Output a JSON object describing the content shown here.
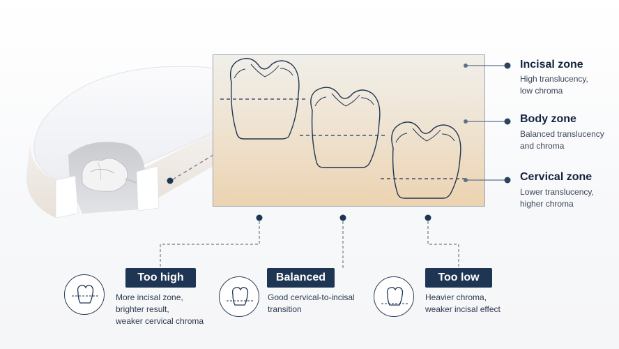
{
  "zones": [
    {
      "title": "Incisal zone",
      "desc_lines": [
        "High translucency,",
        "low chroma"
      ]
    },
    {
      "title": "Body zone",
      "desc_lines": [
        "Balanced translucency",
        "and chroma"
      ]
    },
    {
      "title": "Cervical zone",
      "desc_lines": [
        "Lower translucency,",
        "higher chroma"
      ]
    }
  ],
  "positions": [
    {
      "label": "Too high",
      "desc_lines": [
        "More incisal zone,",
        "brighter result,",
        "weaker cervical chroma"
      ]
    },
    {
      "label": "Balanced",
      "desc_lines": [
        "Good cervical-to-incisal",
        "transition"
      ]
    },
    {
      "label": "Too low",
      "desc_lines": [
        "Heavier chroma,",
        "weaker incisal effect"
      ]
    }
  ],
  "colors": {
    "navy": "#1f3554",
    "panel_top": "#f1efea",
    "panel_bottom": "#ecd3b1",
    "line": "#2c3d56"
  }
}
